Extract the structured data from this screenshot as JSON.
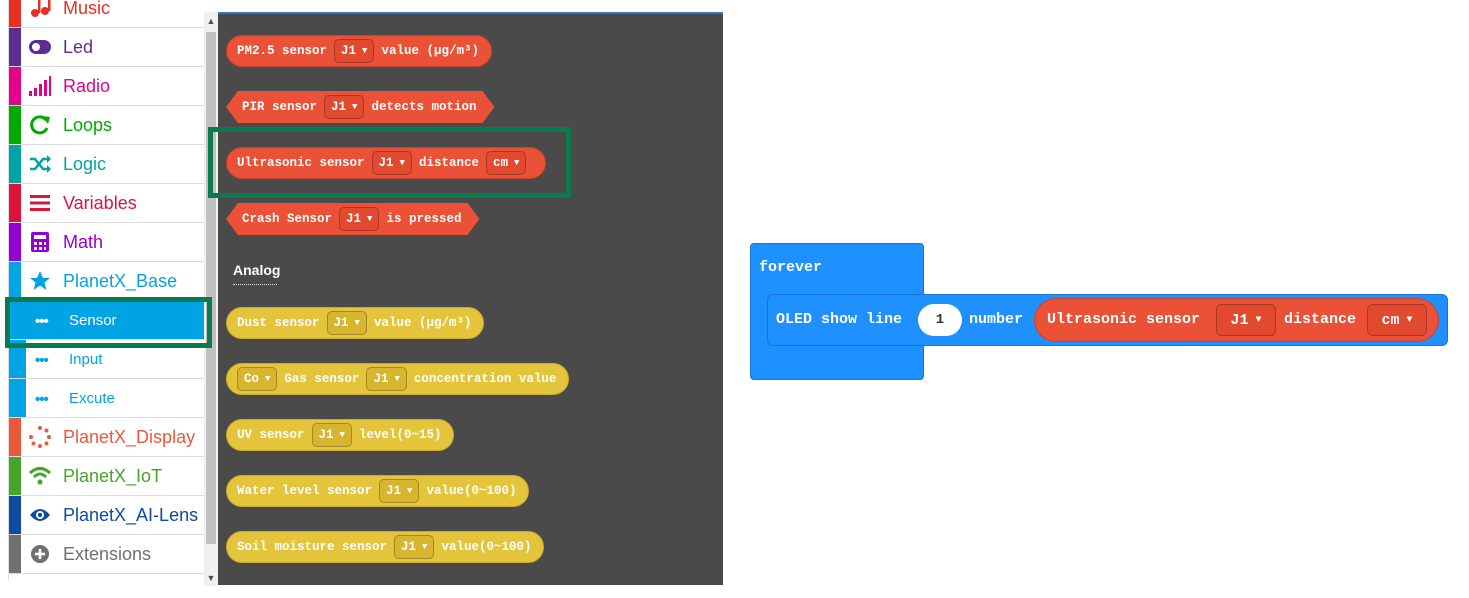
{
  "sidebar": {
    "items": [
      {
        "label": "Music",
        "color": "#e63022",
        "icon": "music-icon"
      },
      {
        "label": "Led",
        "color": "#5c2d91",
        "icon": "toggle-icon"
      },
      {
        "label": "Radio",
        "color": "#e3008c",
        "icon": "signal-bars-icon"
      },
      {
        "label": "Loops",
        "color": "#00aa00",
        "icon": "refresh-icon"
      },
      {
        "label": "Logic",
        "color": "#00a4a6",
        "icon": "shuffle-icon"
      },
      {
        "label": "Variables",
        "color": "#dc143c",
        "icon": "list-icon"
      },
      {
        "label": "Math",
        "color": "#9400d3",
        "icon": "calculator-icon"
      },
      {
        "label": "PlanetX_Base",
        "color": "#00a4e5",
        "icon": "star-icon"
      },
      {
        "label": "PlanetX_Display",
        "color": "#e95a3c",
        "icon": "dotted-circle-icon"
      },
      {
        "label": "PlanetX_IoT",
        "color": "#46a42b",
        "icon": "wifi-icon"
      },
      {
        "label": "PlanetX_AI-Lens",
        "color": "#0e4ba1",
        "icon": "eye-icon"
      },
      {
        "label": "Extensions",
        "color": "#707070",
        "icon": "plus-circle-icon"
      }
    ],
    "sub_items": [
      {
        "label": "Sensor",
        "selected": true
      },
      {
        "label": "Input",
        "selected": false
      },
      {
        "label": "Excute",
        "selected": false
      }
    ],
    "sub_dots": "•••"
  },
  "flyout": {
    "analog_heading": "Analog",
    "digital_blocks": [
      {
        "parts": [
          "PM2.5 sensor",
          "J1",
          "value (µg/m³)"
        ]
      },
      {
        "parts": [
          "PIR sensor",
          "J1",
          "detects motion"
        ]
      },
      {
        "parts": [
          "Ultrasonic sensor",
          "J1",
          "distance",
          "cm"
        ]
      },
      {
        "parts": [
          "Crash Sensor",
          "J1",
          "is pressed"
        ]
      }
    ],
    "analog_blocks": [
      {
        "parts": [
          "Dust sensor",
          "J1",
          "value (µg/m³)"
        ]
      },
      {
        "parts": [
          "Co",
          "Gas sensor",
          "J1",
          "concentration value"
        ]
      },
      {
        "parts": [
          "UV sensor",
          "J1",
          "level(0~15)"
        ]
      },
      {
        "parts": [
          "Water level sensor",
          "J1",
          "value(0~100)"
        ]
      },
      {
        "parts": [
          "Soil moisture sensor",
          "J1",
          "value(0~100)"
        ]
      }
    ]
  },
  "workspace": {
    "forever_label": "forever",
    "oled_label": "OLED show line",
    "line_value": "1",
    "number_label": "number",
    "sensor_label": "Ultrasonic sensor",
    "pin_value": "J1",
    "distance_label": "distance",
    "unit_value": "cm"
  },
  "colors": {
    "flyout_bg": "#4a4a4a",
    "sensor_block": "#ea5136",
    "analog_block": "#e4c43a",
    "loop_block": "#1e90ff",
    "highlight": "#0b7a4e"
  }
}
